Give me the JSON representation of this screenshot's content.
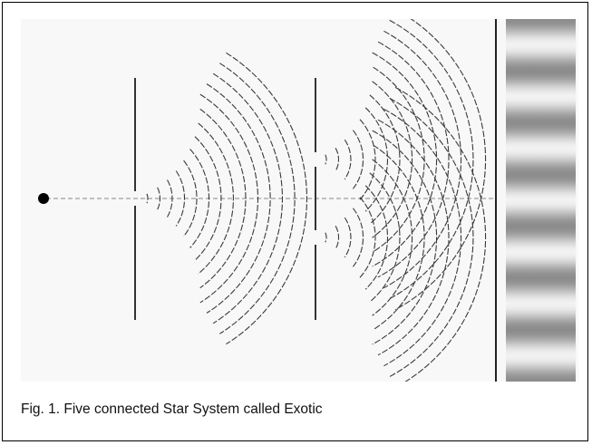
{
  "figure": {
    "caption": "Fig. 1. Five connected Star System called Exotic"
  },
  "diagram": {
    "type": "double-slit-interference",
    "colors": {
      "background": "#f8f8f8",
      "barrier": "#333333",
      "wave": "#3a3a3a",
      "axis": "#888888",
      "source": "#000000",
      "fringe_bright": "#f2f2f2",
      "fringe_dark": "#8c8c8c"
    },
    "fringe_count": 7
  }
}
